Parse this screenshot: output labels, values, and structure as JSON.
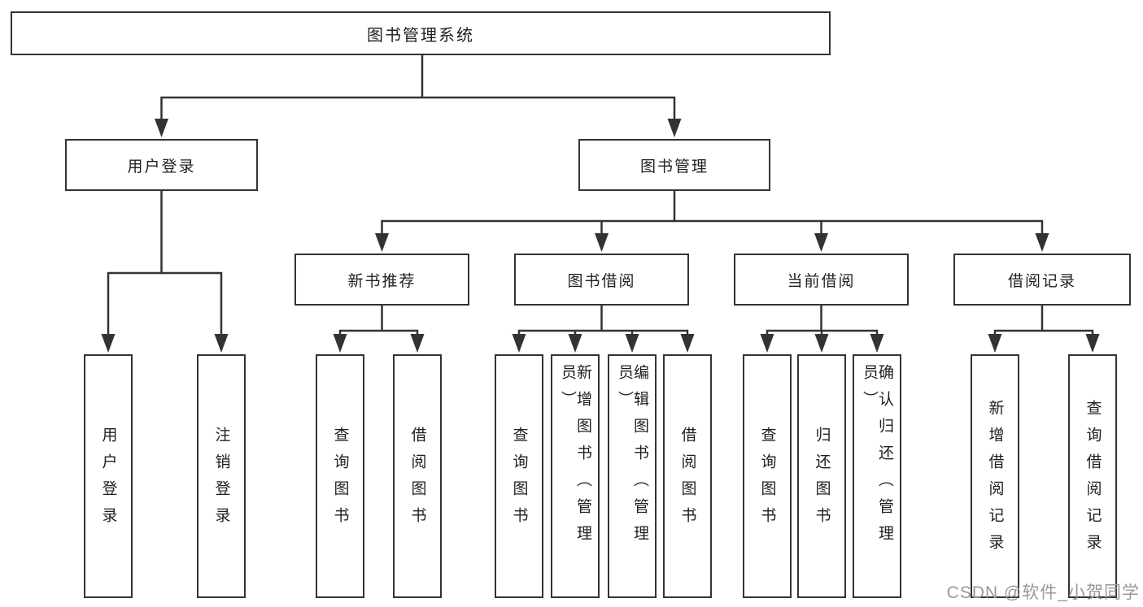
{
  "colors": {
    "line": "#333333",
    "box_border": "#333333",
    "text": "#1f1f1f",
    "background": "#ffffff",
    "watermark": "#98989a"
  },
  "watermark": {
    "text": "CSDN @软件_小贺同学"
  },
  "tree": {
    "root": {
      "label": "图书管理系统",
      "children": [
        {
          "label": "用户登录",
          "children": [
            {
              "label": "用户登录"
            },
            {
              "label": "注销登录"
            }
          ]
        },
        {
          "label": "图书管理",
          "children": [
            {
              "label": "新书推荐",
              "children": [
                {
                  "label": "查询图书"
                },
                {
                  "label": "借阅图书"
                }
              ]
            },
            {
              "label": "图书借阅",
              "children": [
                {
                  "label": "查询图书"
                },
                {
                  "label": "新增图书（管理员）"
                },
                {
                  "label": "编辑图书（管理员）"
                },
                {
                  "label": "借阅图书"
                }
              ]
            },
            {
              "label": "当前借阅",
              "children": [
                {
                  "label": "查询图书"
                },
                {
                  "label": "归还图书"
                },
                {
                  "label": "确认归还（管理员）"
                }
              ]
            },
            {
              "label": "借阅记录",
              "children": [
                {
                  "label": "新增借阅记录"
                },
                {
                  "label": "查询借阅记录"
                }
              ]
            }
          ]
        }
      ]
    }
  }
}
